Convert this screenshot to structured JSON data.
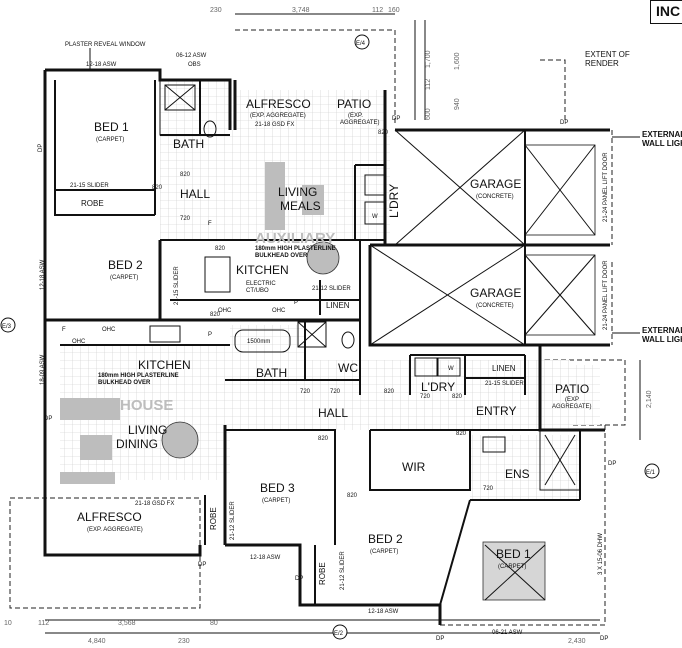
{
  "header": {
    "tag": "INC"
  },
  "top_dims": [
    "230",
    "3,748",
    "112",
    "160"
  ],
  "bottom_dims": [
    "10",
    "112",
    "3,568",
    "80",
    "4,840",
    "230",
    "2,430"
  ],
  "right_dims": [
    "2,140"
  ],
  "vertical_dims": [
    "1,700",
    "1,600",
    "112",
    "940",
    "600"
  ],
  "notes": {
    "plaster_reveal": "PLASTER REVEAL WINDOW",
    "extent_render_1": "EXTENT OF",
    "extent_render_2": "RENDER",
    "external_wall_1a": "EXTERNAL",
    "external_wall_1b": "WALL LIGH",
    "external_wall_2a": "EXTERNAL",
    "external_wall_2b": "WALL LIGH",
    "bulkhead_aux_1": "180mm HIGH PLASTERLINE",
    "bulkhead_aux_2": "BULKHEAD OVER",
    "bulkhead_house_1": "180mm HIGH PLASTERLINE",
    "bulkhead_house_2": "BULKHEAD OVER",
    "electric": "ELECTRIC",
    "cooktop": "CT/UBO"
  },
  "watermarks": {
    "auxiliary": "AUXILIARY",
    "house": "HOUSE"
  },
  "window_codes": {
    "w_top_bed1": "12-18 ASW",
    "w_top_bath": "06-12 ASW",
    "w_top_bath_obs": "OBS",
    "w_alfresco_gsd": "21-18 GSD FX",
    "w_left_bed2": "12-18 ASW",
    "w_left_living": "18-09 ASW",
    "w_house_gsd": "21-18 GSD FX",
    "w_bed3_bottom": "12-18 ASW",
    "w_bed2_bottom": "12-18 ASW",
    "w_bed1_bottom": "06-21 ASW",
    "w_bed1_right": "3 X 15-06 DHW",
    "garage_door_1": "21-24 PANEL LIFT DOOR",
    "garage_door_2": "21-24 PANEL LIFT DOOR",
    "slider_bed1": "21-15 SLIDER",
    "slider_bed2": "21-15 SLIDER",
    "slider_linen": "21-12 SLIDER",
    "slider_ldry": "21-15 SLIDER",
    "slider_bed3": "21-12 SLIDER",
    "slider_bed2h": "21-12 SLIDER"
  },
  "door_codes": [
    "820",
    "720",
    "820",
    "820",
    "820",
    "820",
    "720",
    "720",
    "820",
    "720",
    "820",
    "820",
    "820",
    "820",
    "720"
  ],
  "rooms": {
    "aux_bed1": "BED 1",
    "aux_bed1_sub": "(CARPET)",
    "aux_bath": "BATH",
    "aux_hall": "HALL",
    "aux_robe": "ROBE",
    "aux_alfresco": "ALFRESCO",
    "aux_alfresco_sub": "(EXP. AGGREGATE)",
    "aux_patio": "PATIO",
    "aux_patio_sub1": "(EXP.",
    "aux_patio_sub2": "AGGREGATE)",
    "aux_living": "LIVING",
    "aux_meals": "MEALS",
    "aux_ldry": "L'DRY",
    "aux_bed2": "BED 2",
    "aux_bed2_sub": "(CARPET)",
    "aux_kitchen": "KITCHEN",
    "aux_linen": "LINEN",
    "garage_1": "GARAGE",
    "garage_1_sub": "(CONCRETE)",
    "garage_2": "GARAGE",
    "garage_2_sub": "(CONCRETE)",
    "h_kitchen": "KITCHEN",
    "h_bath": "BATH",
    "h_wc": "WC",
    "h_living": "LIVING",
    "h_dining": "DINING",
    "h_hall": "HALL",
    "h_ldry": "L'DRY",
    "h_linen": "LINEN",
    "h_entry": "ENTRY",
    "h_patio": "PATIO",
    "h_patio_sub1": "(EXP",
    "h_patio_sub2": "AGGREGATE)",
    "h_alfresco": "ALFRESCO",
    "h_alfresco_sub": "(EXP. AGGREGATE)",
    "h_robe": "ROBE",
    "h_bed3": "BED 3",
    "h_bed3_sub": "(CARPET)",
    "h_wir": "WIR",
    "h_ens": "ENS",
    "h_bed2": "BED 2",
    "h_bed2_sub": "(CARPET)",
    "h_robe2": "ROBE",
    "h_bed1": "BED 1",
    "h_bed1_sub": "(CARPET)"
  },
  "fixtures": {
    "f": "F",
    "ohc": "OHC",
    "p": "P",
    "w": "W",
    "dp": "DP",
    "bath_size": "1500mm"
  },
  "markers": {
    "e4": "E/4",
    "e3": "E/3",
    "e1": "E/1",
    "e2": "E/2"
  }
}
